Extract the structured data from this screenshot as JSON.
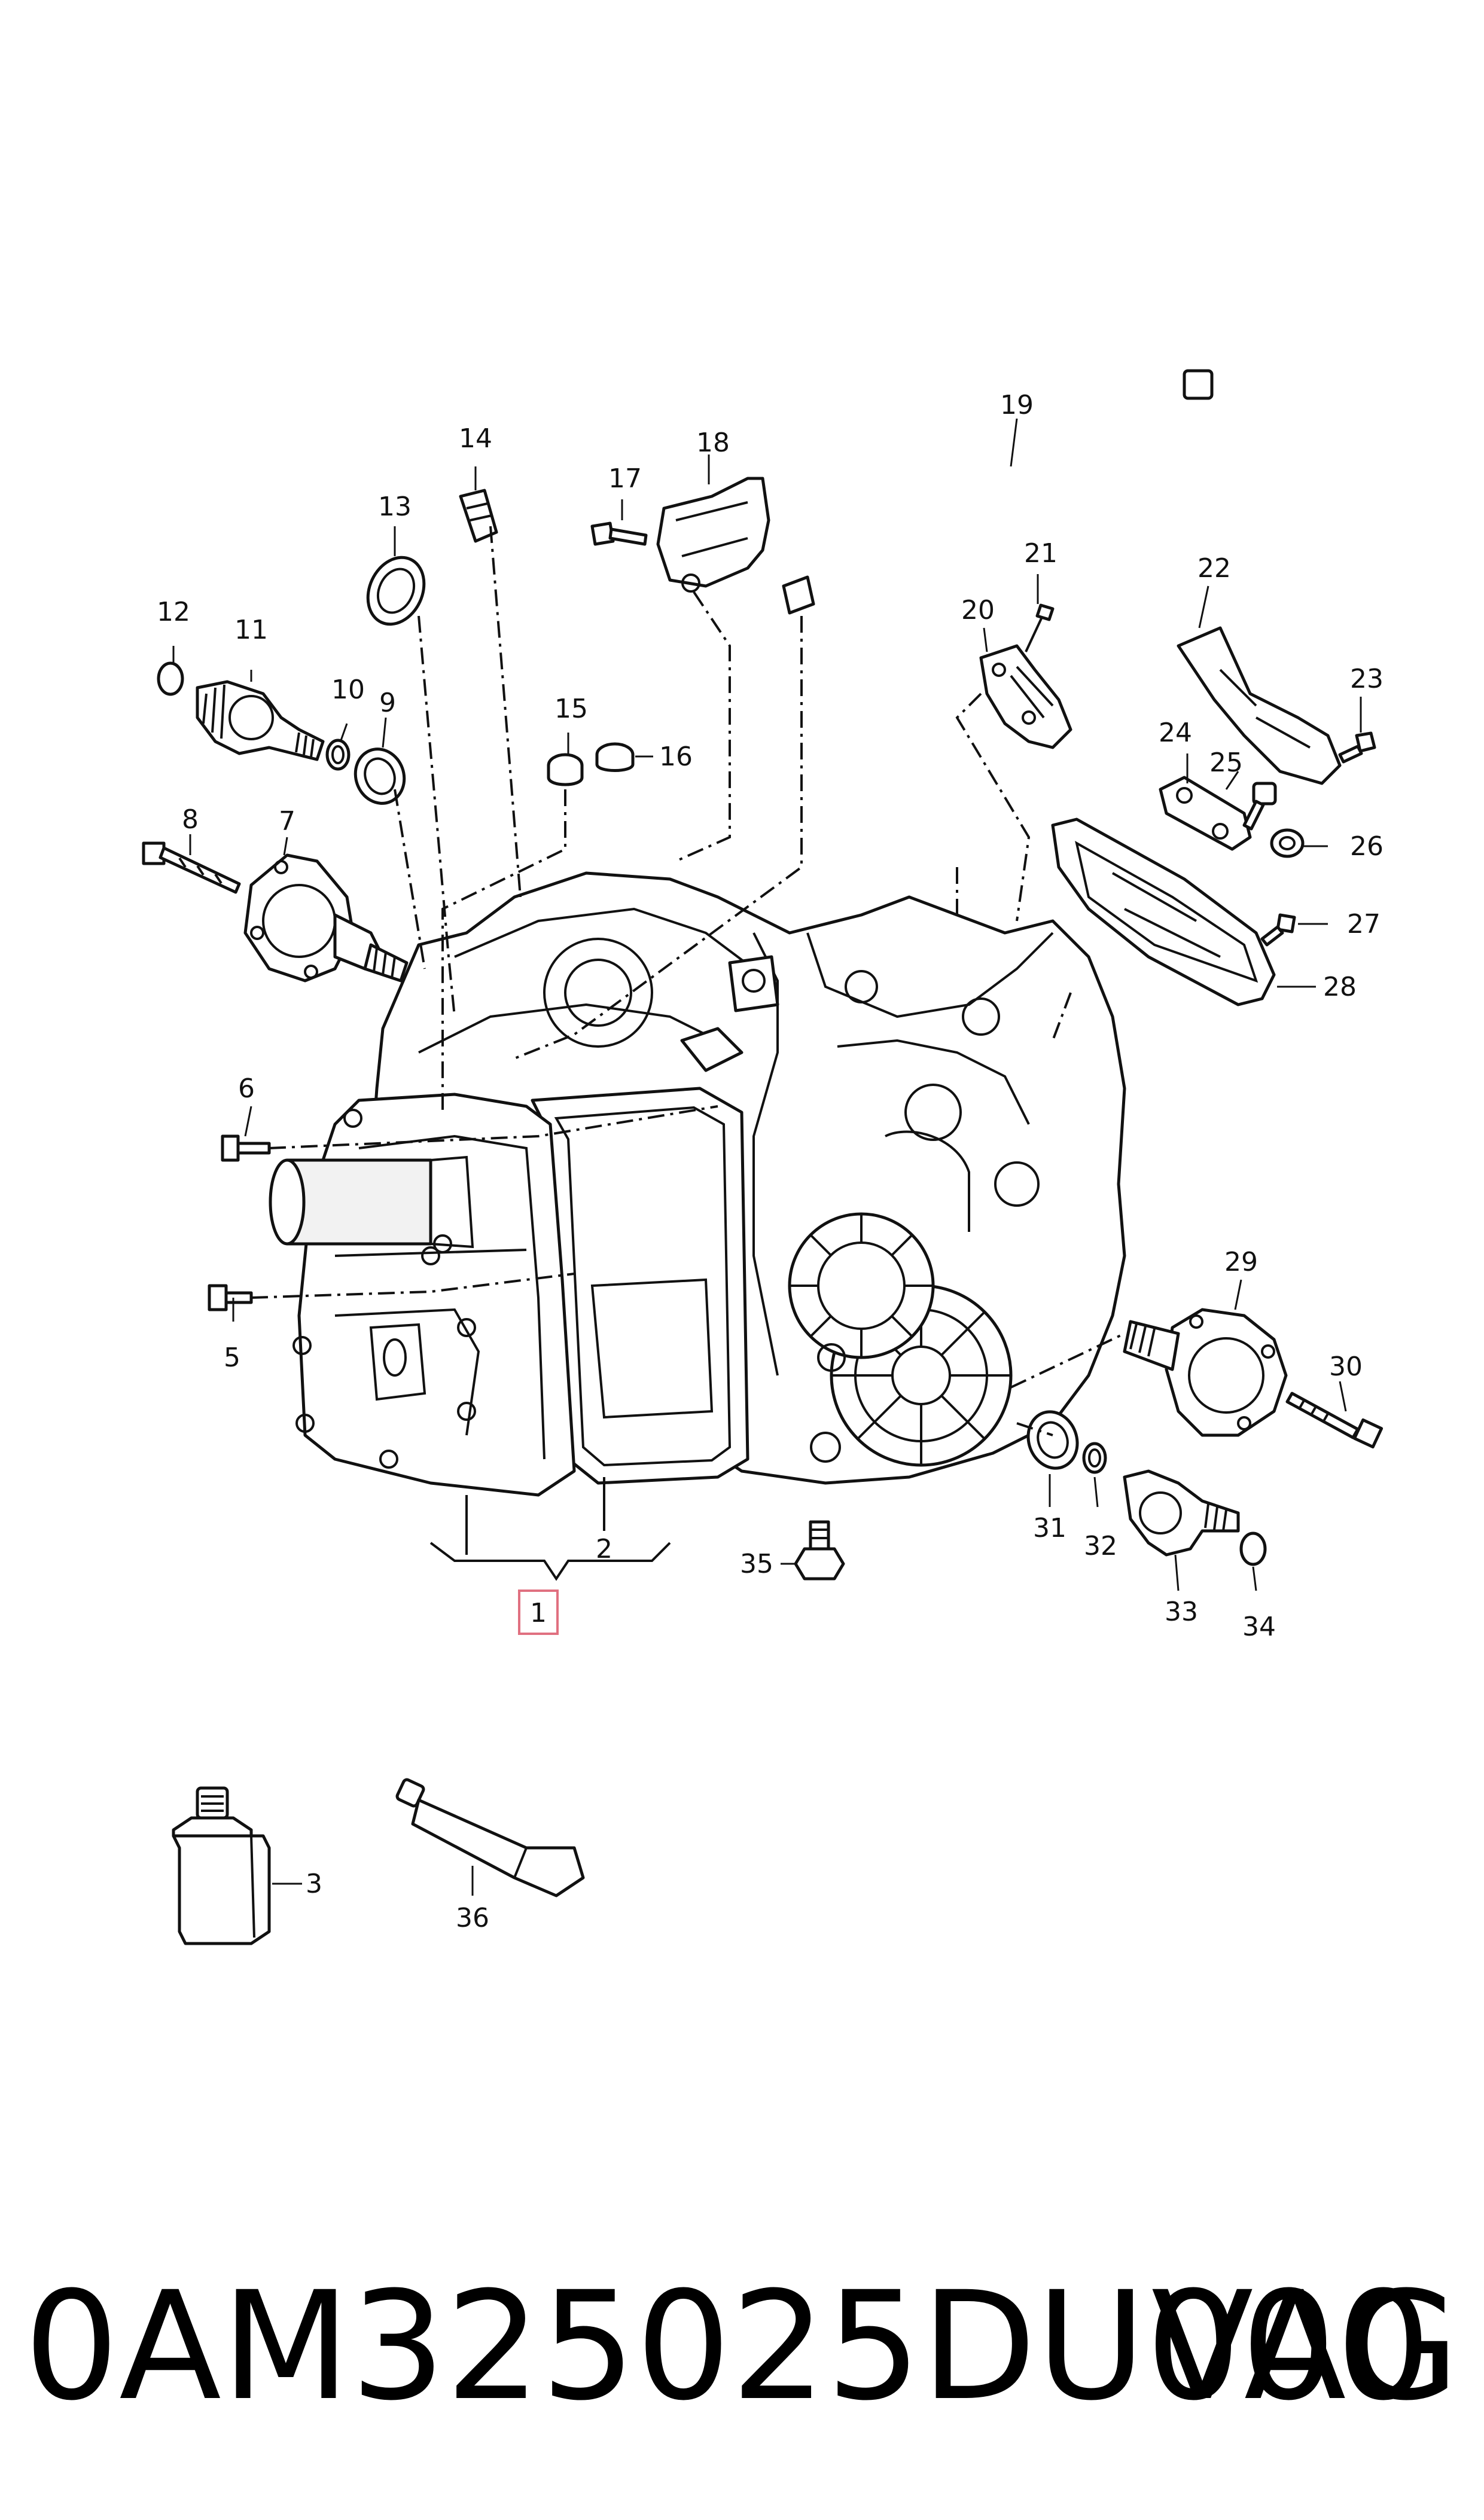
{
  "diagram": {
    "callouts": {
      "c1": "1",
      "c2": "2",
      "c3": "3",
      "c5": "5",
      "c6": "6",
      "c7": "7",
      "c8": "8",
      "c9": "9",
      "c10": "10",
      "c11": "11",
      "c12": "12",
      "c13": "13",
      "c14": "14",
      "c15": "15",
      "c16": "16",
      "c17": "17",
      "c18": "18",
      "c19": "19",
      "c20": "20",
      "c21": "21",
      "c22": "22",
      "c23": "23",
      "c24": "24",
      "c25": "25",
      "c26": "26",
      "c27": "27",
      "c28": "28",
      "c29": "29",
      "c30": "30",
      "c31": "31",
      "c32": "32",
      "c33": "33",
      "c34": "34",
      "c35": "35",
      "c36": "36"
    },
    "highlight_color": "#e07080"
  },
  "footer": {
    "part_number": "0AM325025DU000",
    "brand": "VAG"
  }
}
